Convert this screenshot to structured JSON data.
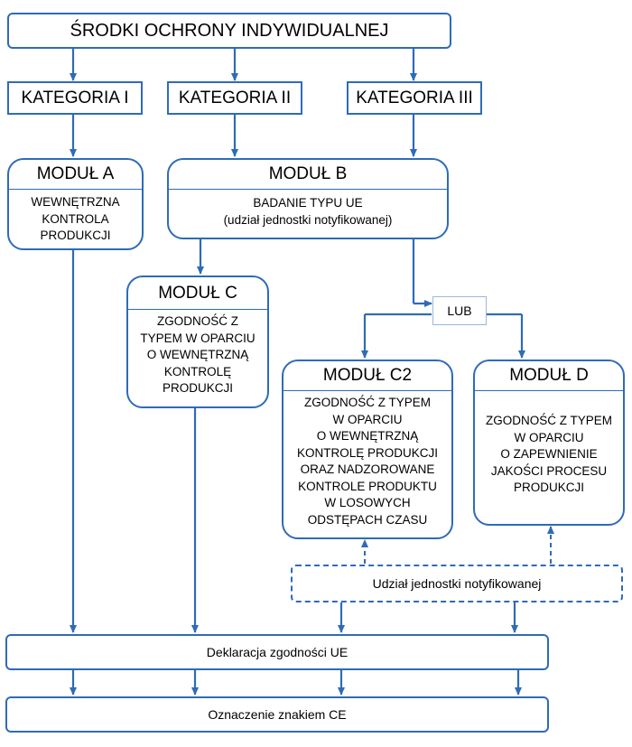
{
  "top": "ŚRODKI OCHRONY INDYWIDUALNEJ",
  "categories": [
    "KATEGORIA I",
    "KATEGORIA II",
    "KATEGORIA III"
  ],
  "modA": {
    "title": "MODUŁ A",
    "lines": [
      "WEWNĘTRZNA",
      "KONTROLA",
      "PRODUKCJI"
    ]
  },
  "modB": {
    "title": "MODUŁ B",
    "lines": [
      "BADANIE TYPU UE",
      "(udział jednostki notyfikowanej)"
    ]
  },
  "modC": {
    "title": "MODUŁ C",
    "lines": [
      "ZGODNOŚĆ Z",
      "TYPEM W OPARCIU",
      "O WEWNĘTRZNĄ",
      "KONTROLĘ",
      "PRODUKCJI"
    ]
  },
  "modC2": {
    "title": "MODUŁ C2",
    "lines": [
      "ZGODNOŚĆ Z TYPEM",
      "W OPARCIU",
      "O WEWNĘTRZNĄ",
      "KONTROLĘ PRODUKCJI",
      "ORAZ NADZOROWANE",
      "KONTROLE PRODUKTU",
      "W LOSOWYCH",
      "ODSTĘPACH CZASU"
    ]
  },
  "modD": {
    "title": "MODUŁ D",
    "lines": [
      "ZGODNOŚĆ Z TYPEM",
      "W OPARCIU",
      "O ZAPEWNIENIE",
      "JAKOŚCI PROCESU",
      "PRODUKCJI"
    ]
  },
  "lub": "LUB",
  "notified": "Udział jednostki notyfikowanej",
  "declaration": "Deklaracja zgodności UE",
  "marking": "Oznaczenie znakiem CE",
  "colors": {
    "line": "#2e6bb8",
    "lub_border": "#9ab8dc"
  }
}
